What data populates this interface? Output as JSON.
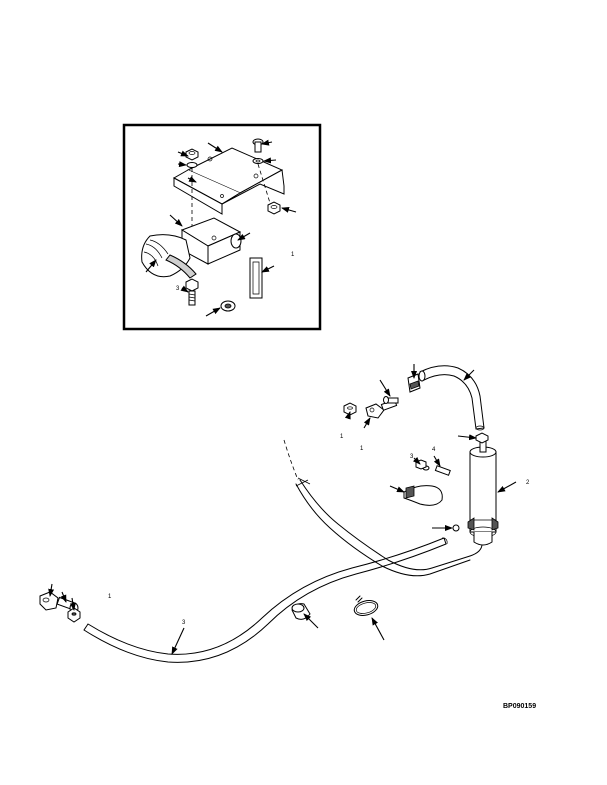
{
  "figure_id": "BP090159",
  "callout_marks": {
    "ref_a": "1",
    "ref_b": "3",
    "ref_c": "2",
    "ref_d": "1",
    "ref_e": "1",
    "ref_f": "4",
    "ref_g": "3",
    "ref_h": "1",
    "ref_i": "3"
  }
}
